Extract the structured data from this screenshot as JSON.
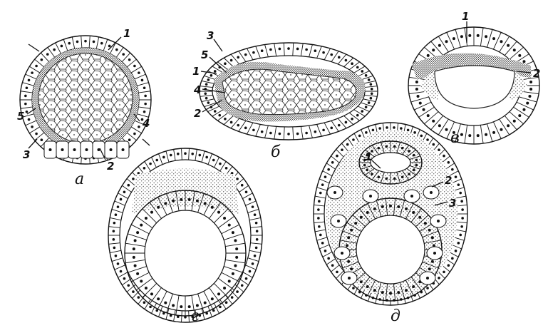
{
  "panels": [
    {
      "id": "a",
      "label": "а",
      "markers": [
        "1",
        "2",
        "3",
        "4",
        "5"
      ]
    },
    {
      "id": "b",
      "label": "б",
      "markers": [
        "1",
        "2",
        "3",
        "4",
        "5"
      ]
    },
    {
      "id": "c",
      "label": "в",
      "markers": [
        "1",
        "2"
      ]
    },
    {
      "id": "d",
      "label": "г",
      "markers": []
    },
    {
      "id": "e",
      "label": "д",
      "markers": [
        "1",
        "2",
        "3"
      ]
    }
  ],
  "colors": {
    "ink": "#111111",
    "paper": "#ffffff",
    "stipple": "#777777"
  }
}
